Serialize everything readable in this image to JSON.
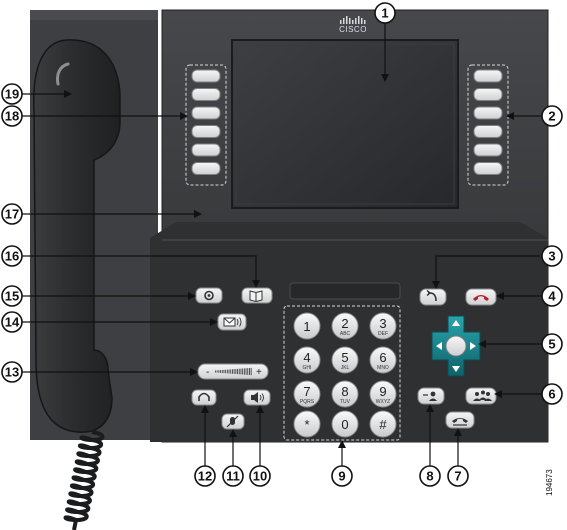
{
  "brand": {
    "name": "CISCO"
  },
  "figure_id": "194673",
  "callouts": {
    "screen": "1",
    "right_buttons": "2",
    "back_button": "3",
    "end_call_button": "4",
    "nav_pad": "5",
    "conference_button": "6",
    "hold_button": "7",
    "transfer_button": "8",
    "keypad": "9",
    "speaker_button": "10",
    "mute_button": "11",
    "headset_button": "12",
    "volume_button": "13",
    "messages_button": "14",
    "apps_button": "15",
    "contacts_button": "16",
    "phone_base": "17",
    "left_buttons": "18",
    "handset": "19"
  },
  "keypad": [
    {
      "digit": "1",
      "letters": ""
    },
    {
      "digit": "2",
      "letters": "ABC"
    },
    {
      "digit": "3",
      "letters": "DEF"
    },
    {
      "digit": "4",
      "letters": "GHI"
    },
    {
      "digit": "5",
      "letters": "JKL"
    },
    {
      "digit": "6",
      "letters": "MNO"
    },
    {
      "digit": "7",
      "letters": "PQRS"
    },
    {
      "digit": "8",
      "letters": "TUV"
    },
    {
      "digit": "9",
      "letters": "WXYZ"
    },
    {
      "digit": "*",
      "letters": ""
    },
    {
      "digit": "0",
      "letters": ""
    },
    {
      "digit": "#",
      "letters": ""
    }
  ],
  "volume": {
    "minus": "-",
    "plus": "+"
  },
  "colors": {
    "body": "#3a3b3d",
    "handset": "#2e2f31",
    "screen": "#2f3134",
    "nav_accent": "#1a7f86",
    "end_call": "#b4222a",
    "button_face": "#e9e9ea"
  }
}
